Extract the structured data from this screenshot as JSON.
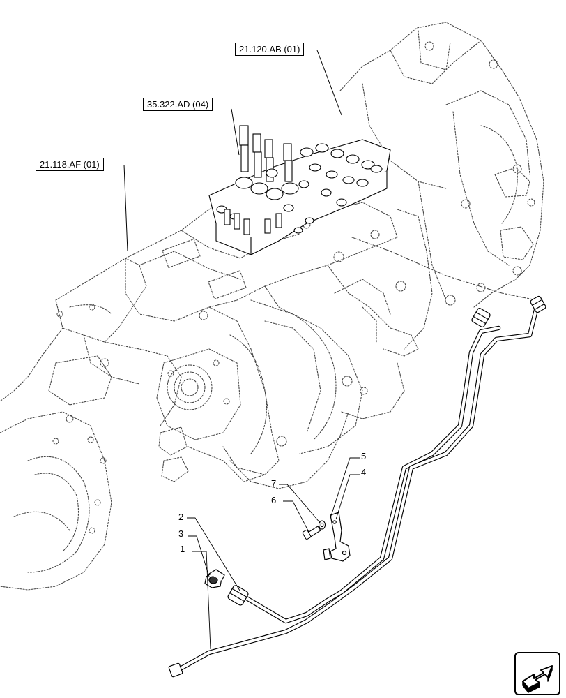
{
  "refs": {
    "ref_1": "21.120.AB (01)",
    "ref_2": "35.322.AD (04)",
    "ref_3": "21.118.AF (01)"
  },
  "callouts": {
    "c1": "1",
    "c2": "2",
    "c3": "3",
    "c4": "4",
    "c5": "5",
    "c6": "6",
    "c7": "7"
  },
  "nav": {
    "icon": "next-page-arrow-icon"
  }
}
